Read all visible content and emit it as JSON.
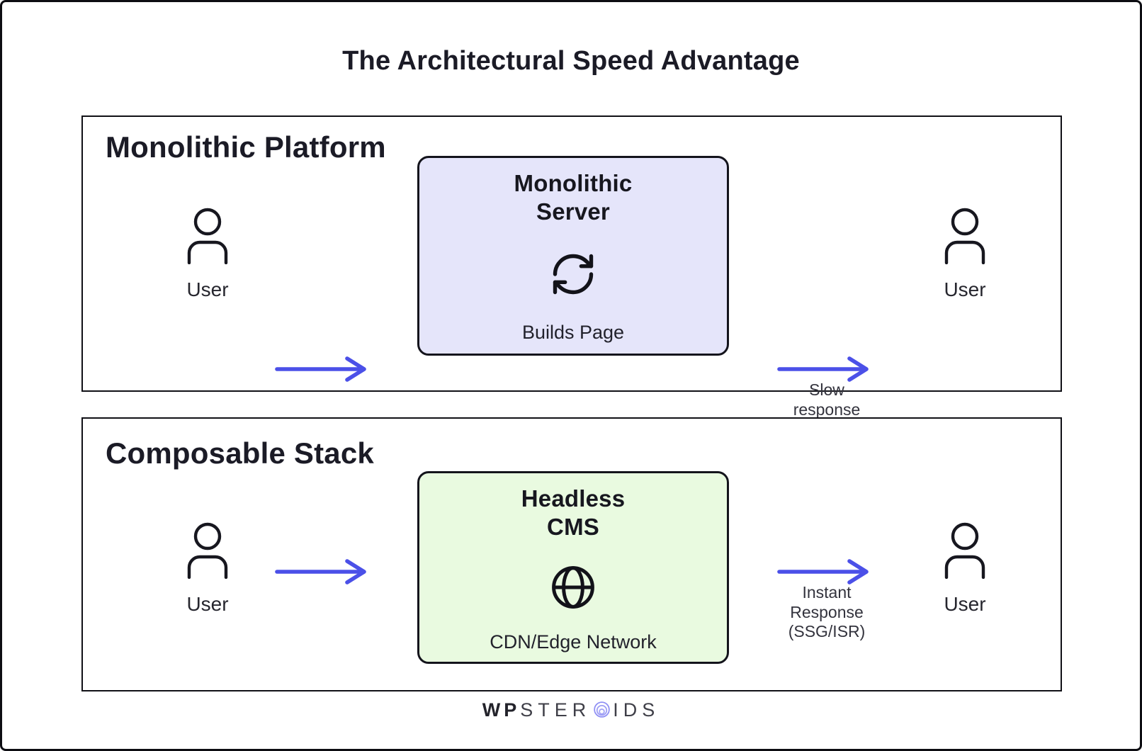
{
  "title": "The Architectural Speed Advantage",
  "colors": {
    "arrow": "#4b50e8",
    "monolith_fill": "#e5e5fa",
    "cms_fill": "#e9fae0",
    "line": "#14141c",
    "text": "#1e1e2a",
    "logo_accent": "#7d7df2"
  },
  "panels": [
    {
      "heading": "Monolithic Platform",
      "left_user_label": "User",
      "box": {
        "title_line1": "Monolithic",
        "title_line2": "Server",
        "icon": "sync-icon",
        "caption": "Builds Page"
      },
      "arrow_label_lines": [
        "Slow",
        "response"
      ],
      "right_user_label": "User"
    },
    {
      "heading": "Composable Stack",
      "left_user_label": "User",
      "box": {
        "title_line1": "Headless",
        "title_line2": "CMS",
        "icon": "globe-icon",
        "caption": "CDN/Edge Network"
      },
      "arrow_label_lines": [
        "Instant",
        "Response",
        "(SSG/ISR)"
      ],
      "right_user_label": "User"
    }
  ],
  "footer": {
    "logo_bold": "WP",
    "logo_mid": "STER",
    "logo_tail": "IDS"
  }
}
